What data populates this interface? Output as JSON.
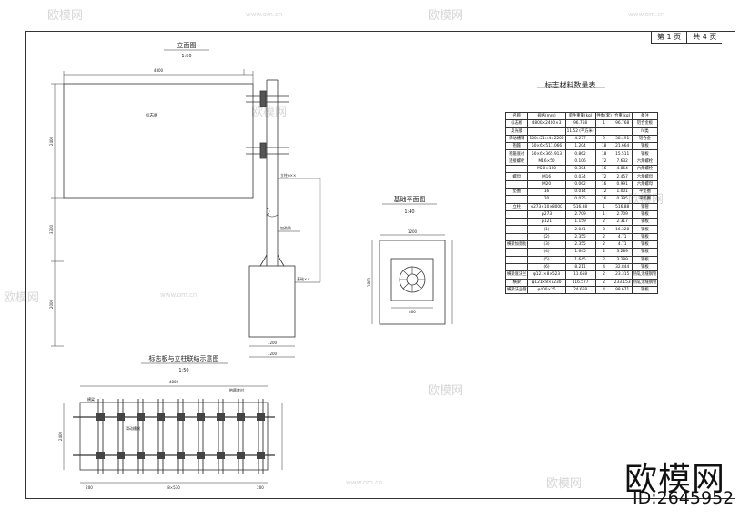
{
  "pager": {
    "page": "第 1 页",
    "total": "共 4 页"
  },
  "views": {
    "elevation_title": "立面图",
    "elevation_scale": "1:50",
    "foundation_title": "基础平面图",
    "foundation_scale": "1:40",
    "connection_title": "标志板与立柱联结示意图",
    "connection_scale": "1:50"
  },
  "labels": {
    "sign_board": "标志板",
    "column": "立柱φ××",
    "stiffener": "加劲肋",
    "foundation": "基础××",
    "beam": "横梁",
    "bracket": "滑动槽钢",
    "clamp": "抱箍底衬"
  },
  "dims": {
    "board_width": "4800",
    "board_height": "2400",
    "column_height": "3300",
    "base_height": "2000",
    "base_width": "1200",
    "base_bottom": "1200",
    "plan_outer": "1200",
    "plan_inner": "800",
    "plan_side": "1800",
    "conn_width": "4800",
    "conn_height": "2400",
    "conn_left": "200",
    "conn_mid": "8×530",
    "conn_right": "200"
  },
  "table": {
    "title": "标志材料数量表",
    "headers": [
      "名称",
      "规格(mm)",
      "单件重量(kg)",
      "件数(套)",
      "合重(kg)",
      "备注"
    ],
    "rows": [
      [
        "标志板",
        "4800×2400×3",
        "96.768",
        "1",
        "96.768",
        "铝合金板"
      ],
      [
        "反光膜",
        "",
        "11.52 (平方米)",
        "",
        "",
        "IV类"
      ],
      [
        "滑动槽钢",
        "100×21×4×2200",
        "4.277",
        "9",
        "38.491",
        "铝合金"
      ],
      [
        "抱箍",
        "50×6×511.066",
        "1.204",
        "18",
        "21.664",
        "钢板"
      ],
      [
        "抱箍底衬",
        "50×6×365.913",
        "0.862",
        "18",
        "15.511",
        "钢板"
      ],
      [
        "连接螺栓",
        "M16×50",
        "0.106",
        "72",
        "7.632",
        "六角螺栓"
      ],
      [
        "",
        "M20×100",
        "0.304",
        "16",
        "4.864",
        "六角螺栓"
      ],
      [
        "螺母",
        "M16",
        "0.034",
        "72",
        "2.457",
        "六角螺母"
      ],
      [
        "",
        "M20",
        "0.062",
        "16",
        "0.991",
        "六角螺母"
      ],
      [
        "垫圈",
        "16",
        "0.014",
        "72",
        "1.001",
        "平垫圈"
      ],
      [
        "",
        "20",
        "0.025",
        "16",
        "0.395",
        "平垫圈"
      ],
      [
        "立柱",
        "φ273×10×8000",
        "516.88",
        "1",
        "516.88",
        "钢管"
      ],
      [
        "",
        "φ273",
        "2.709",
        "1",
        "2.709",
        "钢板"
      ],
      [
        "",
        "φ121",
        "1.159",
        "2",
        "2.317",
        "钢板"
      ],
      [
        "",
        "(1)",
        "2.041",
        "8",
        "16.328",
        "钢板"
      ],
      [
        "",
        "(2)",
        "2.355",
        "2",
        "4.71",
        "钢板"
      ],
      [
        "横梁加劲肋",
        "(3)",
        "2.355",
        "2",
        "4.71",
        "钢板"
      ],
      [
        "",
        "(4)",
        "1.645",
        "2",
        "3.289",
        "钢板"
      ],
      [
        "",
        "(5)",
        "1.645",
        "2",
        "3.289",
        "钢板"
      ],
      [
        "",
        "(6)",
        "8.211",
        "4",
        "32.844",
        "钢板"
      ],
      [
        "横梁底法兰",
        "φ121×8×523",
        "11.658",
        "2",
        "23.315",
        "热轧无缝钢管"
      ],
      [
        "横梁",
        "φ121×8×5230",
        "116.577",
        "2",
        "233.153",
        "热轧无缝钢管"
      ],
      [
        "横梁法兰盘",
        "φ400×25",
        "24.668",
        "4",
        "98.671",
        "钢板"
      ]
    ]
  },
  "watermark": {
    "text": "欧模网",
    "site": "www.om.cn"
  },
  "brand": {
    "name": "欧模网",
    "id": "ID:2645952"
  }
}
